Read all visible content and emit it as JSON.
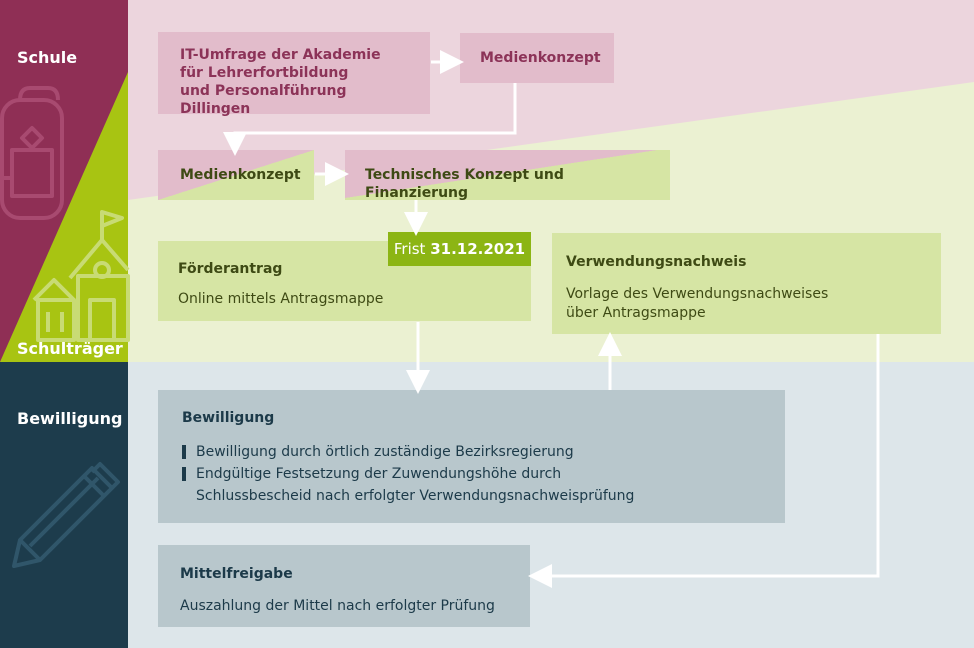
{
  "lanes": {
    "schule": "Schule",
    "schultraeger": "Schulträger",
    "bewilligung": "Bewilligung"
  },
  "boxes": {
    "it_umfrage": "IT-Umfrage der Akademie\nfür Lehrerfortbildung\nund Personalführung Dillingen",
    "medienkonzept_schule": "Medienkonzept",
    "medienkonzept_traeger": "Medienkonzept",
    "technisches_konzept": "Technisches Konzept und Finanzierung",
    "foerderantrag": {
      "title": "Förderantrag",
      "text": "Online mittels Antragsmappe"
    },
    "frist": {
      "label": "Frist",
      "date": "31.12.2021"
    },
    "verwendungsnachweis": {
      "title": "Verwendungsnachweis",
      "text": "Vorlage des Verwendungsnachweises\nüber Antragsmappe"
    },
    "bewilligung": {
      "title": "Bewilligung",
      "items": [
        "Bewilligung durch örtlich zuständige Bezirksregierung",
        "Endgültige Festsetzung der Zuwendungshöhe durch\nSchlussbescheid nach erfolgter Verwendungsnachweisprüfung"
      ]
    },
    "mittelfreigabe": {
      "title": "Mittelfreigabe",
      "text": "Auszahlung der Mittel nach erfolgter Prüfung"
    }
  },
  "colors": {
    "schule_dark": "#8f2f55",
    "schule_light": "#ecd5dd",
    "traeger_accent": "#a8c412",
    "traeger_light": "#ebf1d2",
    "bewilligung_dark": "#1d3c4c",
    "bewilligung_light": "#dde6ea"
  },
  "icons": [
    "backpack-icon",
    "school-building-icon",
    "pencil-icon"
  ]
}
